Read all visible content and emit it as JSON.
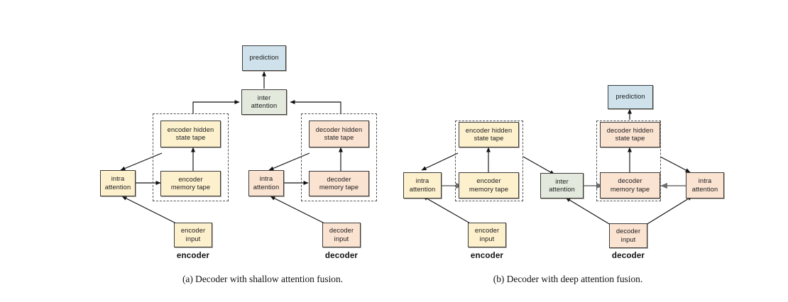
{
  "figure": {
    "colors": {
      "encoder_fill": "#fdf0cd",
      "decoder_fill": "#fbe3d2",
      "prediction_fill": "#cfe2ec",
      "inter_attention_fill": "#e3e9dd",
      "border": "#3b3b3b",
      "tape_group_border": "#55504a",
      "arrow": "#111111",
      "background": "#ffffff"
    },
    "panels": [
      {
        "id": "a",
        "caption": "(a) Decoder with shallow attention fusion.",
        "group_labels": {
          "encoder": "encoder",
          "decoder": "decoder"
        },
        "nodes": {
          "prediction": "prediction",
          "inter_attention": "inter\nattention",
          "encoder_hidden_state_tape": "encoder hidden\nstate tape",
          "encoder_memory_tape": "encoder\nmemory tape",
          "encoder_intra_attention": "intra\nattention",
          "encoder_input": "encoder\ninput",
          "decoder_hidden_state_tape": "decoder hidden\nstate tape",
          "decoder_memory_tape": "decoder\nmemory tape",
          "decoder_intra_attention": "intra\nattention",
          "decoder_input": "decoder\ninput"
        }
      },
      {
        "id": "b",
        "caption": "(b) Decoder with deep attention fusion.",
        "group_labels": {
          "encoder": "encoder",
          "decoder": "decoder"
        },
        "nodes": {
          "prediction": "prediction",
          "inter_attention": "inter\nattention",
          "encoder_hidden_state_tape": "encoder hidden\nstate tape",
          "encoder_memory_tape": "encoder\nmemory tape",
          "encoder_intra_attention": "intra\nattention",
          "encoder_input": "encoder\ninput",
          "decoder_hidden_state_tape": "decoder hidden\nstate tape",
          "decoder_memory_tape": "decoder\nmemory tape",
          "decoder_intra_attention": "intra\nattention",
          "decoder_input": "decoder\ninput"
        }
      }
    ]
  }
}
